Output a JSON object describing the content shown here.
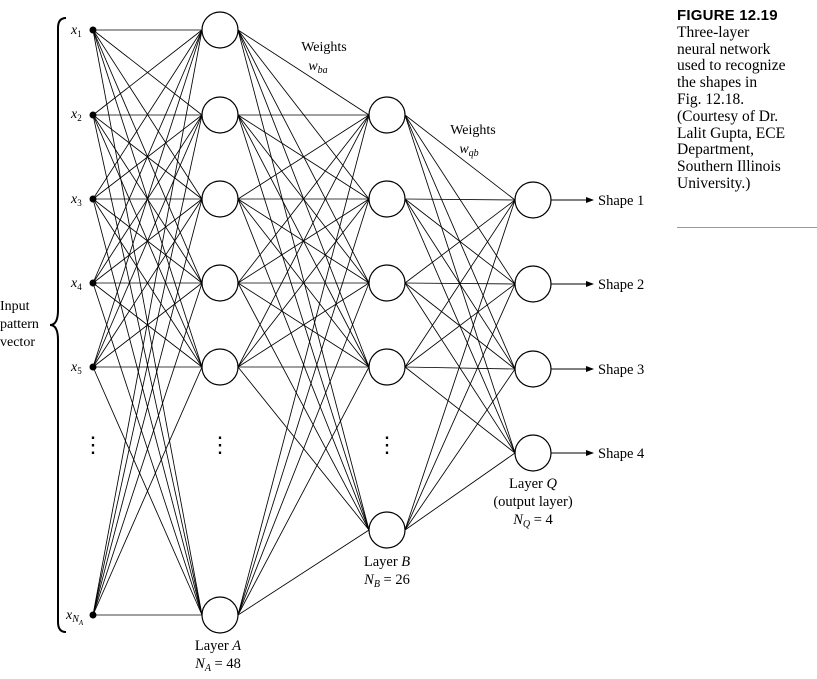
{
  "caption": {
    "heading": "FIGURE 12.19",
    "lines": [
      "Three-layer",
      "neural network",
      "used to recognize",
      "the shapes in",
      "Fig. 12.18.",
      "(Courtesy of Dr.",
      "Lalit Gupta, ECE",
      "Department,",
      "Southern Illinois",
      "University.)"
    ]
  },
  "input_vector": {
    "lines": [
      "Input",
      "pattern",
      "vector"
    ]
  },
  "inputs": [
    {
      "base": "x",
      "sub": "1"
    },
    {
      "base": "x",
      "sub": "2"
    },
    {
      "base": "x",
      "sub": "3"
    },
    {
      "base": "x",
      "sub": "4"
    },
    {
      "base": "x",
      "sub": "5"
    },
    {
      "base": "x",
      "sub": "N",
      "subsub": "A"
    }
  ],
  "weights_ba": {
    "label": "Weights",
    "symbol": "w",
    "sub": "ba"
  },
  "weights_qb": {
    "label": "Weights",
    "symbol": "w",
    "sub": "qb"
  },
  "layer_a": {
    "name": "Layer",
    "letter": "A",
    "count_sym": "N",
    "count_sub": "A",
    "count_value": "= 48"
  },
  "layer_b": {
    "name": "Layer",
    "letter": "B",
    "count_sym": "N",
    "count_sub": "B",
    "count_value": "= 26"
  },
  "layer_q": {
    "name": "Layer",
    "letter": "Q",
    "note": "(output layer)",
    "count_sym": "N",
    "count_sub": "Q",
    "count_value": "= 4"
  },
  "outputs": [
    "Shape 1",
    "Shape 2",
    "Shape 3",
    "Shape 4"
  ],
  "ellipsis": "⋮"
}
